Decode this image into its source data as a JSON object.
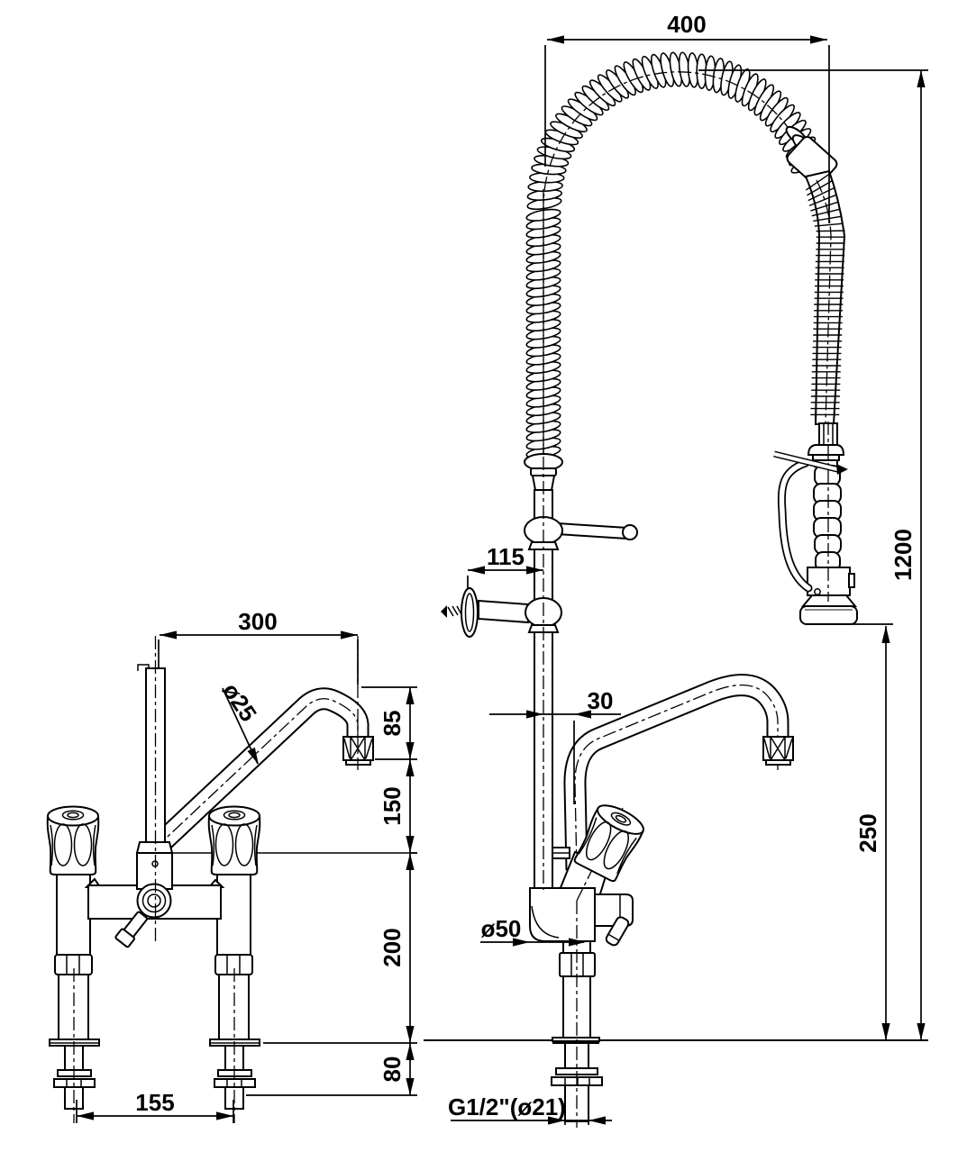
{
  "drawing": {
    "right_view": {
      "hose_width": {
        "label": "400"
      },
      "overall_height": {
        "label": "1200"
      },
      "outlet_height": {
        "label": "250"
      },
      "bracket_offset": {
        "label": "115"
      },
      "spout_axis_offset": {
        "label": "30"
      },
      "body_diameter": {
        "label": "ø50"
      },
      "inlet_connection": {
        "label": "G1/2\"(ø21)"
      }
    },
    "left_view": {
      "spout_reach": {
        "label": "300"
      },
      "spout_tube_diameter": {
        "label": "ø25"
      },
      "spout_drop": {
        "label": "85"
      },
      "spout_height": {
        "label": "150"
      },
      "body_height": {
        "label": "200"
      },
      "shank_length": {
        "label": "80"
      },
      "inlet_spacing": {
        "label": "155"
      }
    }
  }
}
